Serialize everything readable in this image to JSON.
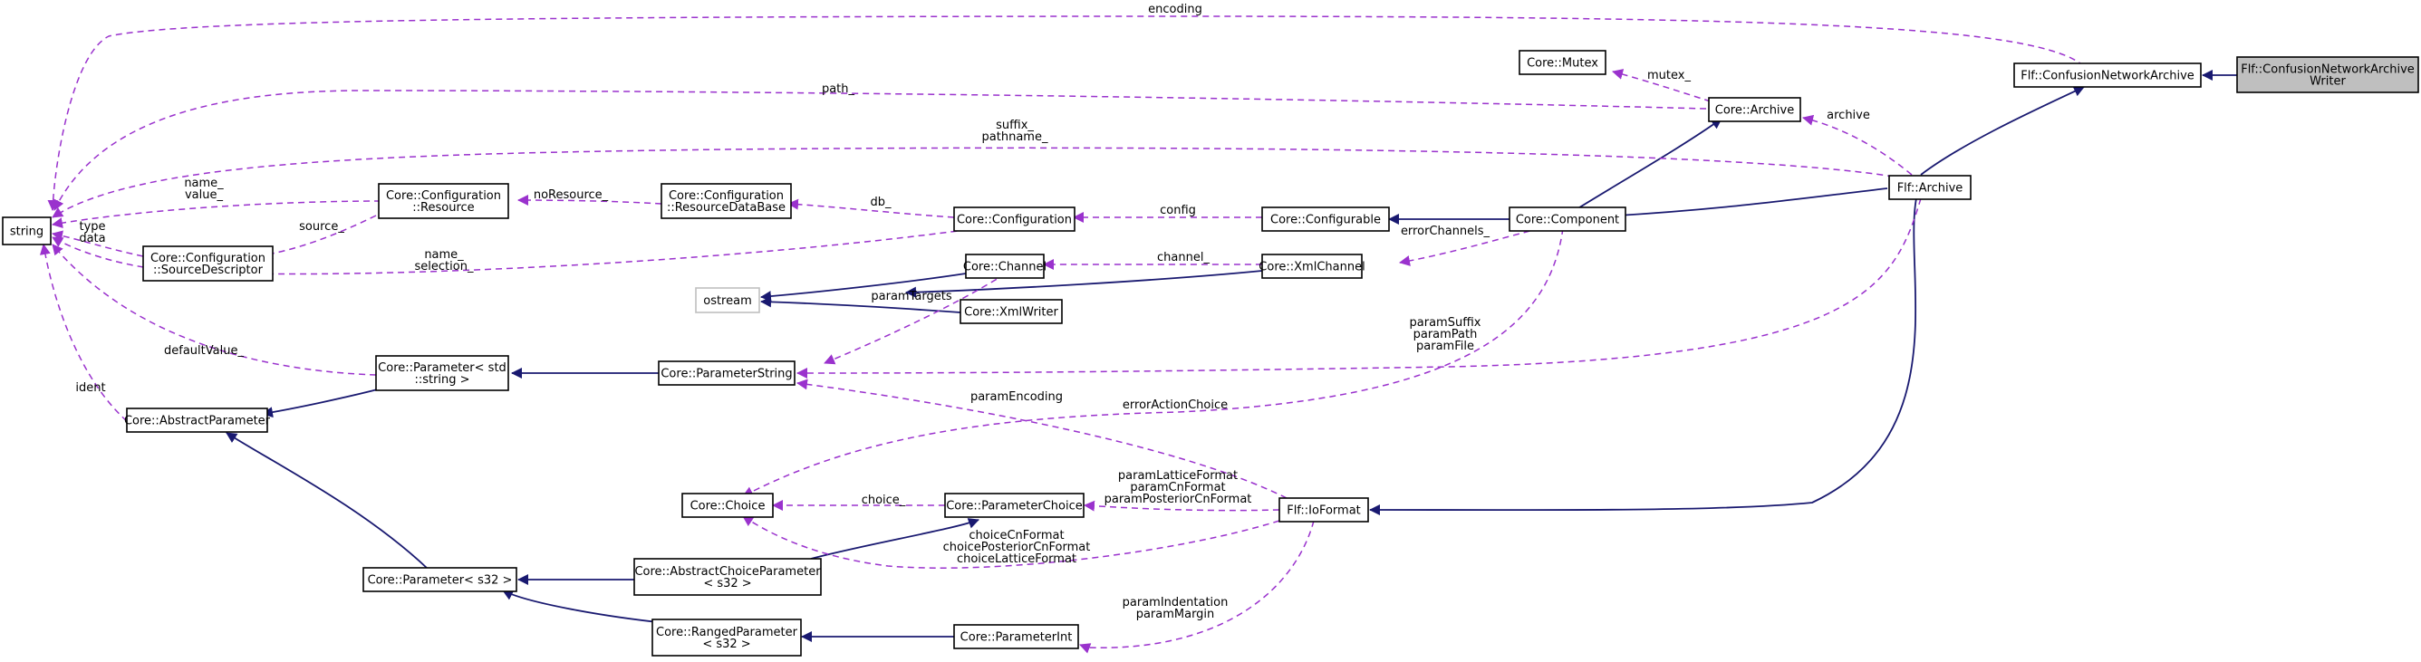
{
  "nodes": {
    "string": "string",
    "ostream": "ostream",
    "writer": [
      "Flf::ConfusionNetworkArchive",
      "Writer"
    ],
    "cnarchive": "Flf::ConfusionNetworkArchive",
    "mutex": "Core::Mutex",
    "corearchive": "Core::Archive",
    "flfarchive": "Flf::Archive",
    "resource": [
      "Core::Configuration",
      "::Resource"
    ],
    "resdb": [
      "Core::Configuration",
      "::ResourceDataBase"
    ],
    "configuration": "Core::Configuration",
    "configurable": "Core::Configurable",
    "component": "Core::Component",
    "srcdesc": [
      "Core::Configuration",
      "::SourceDescriptor"
    ],
    "channel": "Core::Channel",
    "xmlchannel": "Core::XmlChannel",
    "xmlwriter": "Core::XmlWriter",
    "paramstdstring": [
      "Core::Parameter< std",
      "::string >"
    ],
    "paramstring": "Core::ParameterString",
    "abstractparam": "Core::AbstractParameter",
    "choice": "Core::Choice",
    "paramchoice": "Core::ParameterChoice",
    "ioformat": "Flf::IoFormat",
    "abstractchoice": [
      "Core::AbstractChoiceParameter",
      "< s32 >"
    ],
    "params32": "Core::Parameter< s32 >",
    "ranged": [
      "Core::RangedParameter",
      "< s32 >"
    ],
    "paramint": "Core::ParameterInt"
  },
  "labels": {
    "encoding": [
      "encoding"
    ],
    "path": [
      "path_"
    ],
    "mutex": [
      "mutex_"
    ],
    "archive": [
      "archive"
    ],
    "suffix_pathname": [
      "suffix_",
      "pathname_"
    ],
    "name_value": [
      "name_",
      "value_"
    ],
    "noresource": [
      "noResource_"
    ],
    "db": [
      "db_"
    ],
    "config": [
      "config"
    ],
    "source": [
      "source_"
    ],
    "type_data": [
      "type",
      "data"
    ],
    "name_selection": [
      "name_",
      "selection_"
    ],
    "errorchannels": [
      "errorChannels_"
    ],
    "channel": [
      "channel_"
    ],
    "paramtargets": [
      "paramTargets"
    ],
    "defaultvalue": [
      "defaultValue_"
    ],
    "ident": [
      "ident"
    ],
    "param_suffix_path_file": [
      "paramSuffix",
      "paramPath",
      "paramFile"
    ],
    "paramencoding": [
      "paramEncoding"
    ],
    "erroractionchoice": [
      "errorActionChoice"
    ],
    "choice": [
      "choice_"
    ],
    "param_formats": [
      "paramLatticeFormat",
      "paramCnFormat",
      "paramPosteriorCnFormat"
    ],
    "choice_formats": [
      "choiceCnFormat",
      "choicePosteriorCnFormat",
      "choiceLatticeFormat"
    ],
    "indent_margin": [
      "paramIndentation",
      "paramMargin"
    ]
  },
  "colors": {
    "inheritance_edge": "#191970",
    "usage_edge": "#9a32cd",
    "focus_node_fill": "#bfbfbf",
    "external_node_border": "#c0c0c0"
  }
}
